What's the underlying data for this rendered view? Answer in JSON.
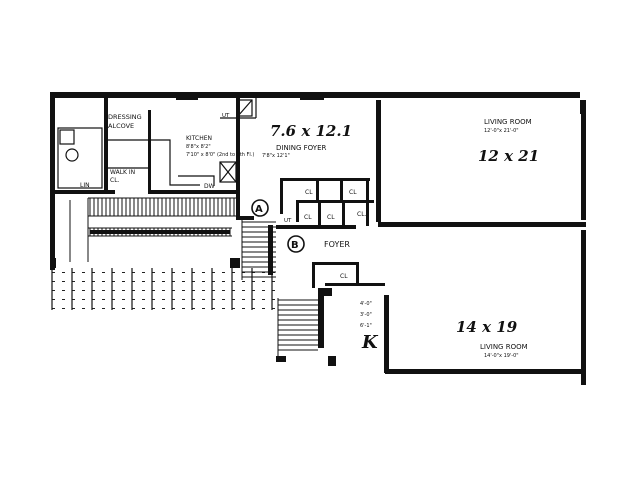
{
  "labels": {
    "dressing_alcove": [
      "DRESSING",
      "ALCOVE"
    ],
    "walk_in_cl": [
      "WALK IN",
      "CL."
    ],
    "lin": "LIN",
    "kitchen": "KITCHEN",
    "kitchen_dims_1": "8'8\"x 8'2\"",
    "kitchen_dims_2": "7'10\" x 8'0\" (2nd to 5th Fl.)",
    "kitchen_dims_3": "7'8\"x 12'1\"",
    "dw": "DW",
    "ut_top": "UT",
    "ut_left": "UT",
    "dining_dims": "7.6 x 12.1",
    "dining_foyer": "DINING FOYER",
    "living_room": "LIVING ROOM",
    "living_room_dims_small": "12'-0\"x 21'-0\"",
    "living_dims": "12 x 21",
    "cl1": "CL",
    "cl2": "CL",
    "cl3": "CL",
    "cl4": "CL",
    "cl5": "CL",
    "cl6": "CL.",
    "foyer": "FOYER",
    "marker_a": "A",
    "marker_b": "B",
    "k_small_1": "4'-0\"",
    "k_small_2": "3'-0\"",
    "k_small_3": "6'-1\"",
    "k_letter": "K",
    "bedroom_dims": "14 x 19",
    "bedroom_label": "LIVING ROOM",
    "bedroom_dims_small": "14'-0\"x 19'-0\""
  }
}
